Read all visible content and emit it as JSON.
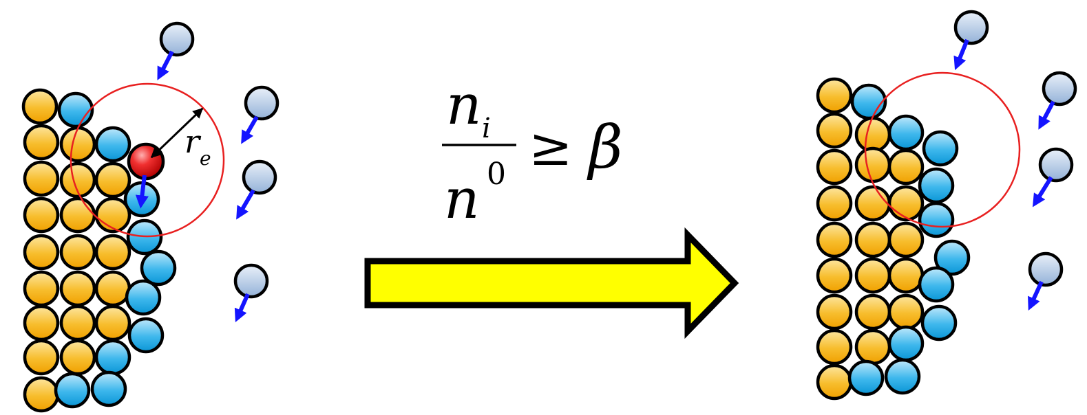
{
  "formula": {
    "numerator": "n",
    "numerator_subscript": "i",
    "denominator": "n",
    "denominator_superscript": "0",
    "relation": "≥",
    "rhs": "β"
  },
  "radius_label": {
    "symbol": "r",
    "subscript": "e"
  },
  "colors": {
    "bulk_atom": "#f5b51d",
    "surface_atom": "#1ea8e6",
    "selected_atom": "#e01818",
    "incoming_atom": "#a9c1df",
    "motion_arrow": "#1414ff",
    "influence_circle": "#e82020",
    "process_arrow_fill": "#ffff00",
    "outline": "#000000"
  },
  "icons": {
    "bulk_atom": "orange-sphere",
    "surface_atom": "blue-sphere",
    "selected_atom": "red-sphere",
    "incoming_atom": "grey-blue-sphere",
    "motion_arrow": "blue-arrow",
    "process_arrow": "yellow-block-arrow"
  }
}
